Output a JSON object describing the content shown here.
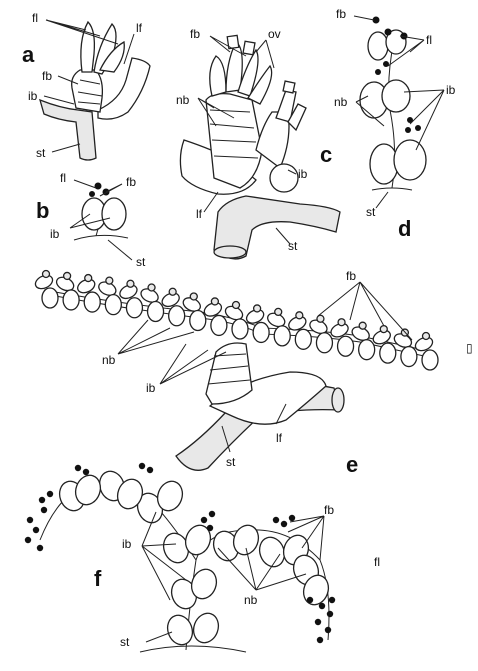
{
  "panels": {
    "a": "a",
    "b": "b",
    "c": "c",
    "d": "d",
    "e": "e",
    "f": "f"
  },
  "labels": {
    "fl": "fl",
    "fb": "fb",
    "lf": "lf",
    "ib": "ib",
    "st": "st",
    "nb": "nb",
    "ov": "ov"
  }
}
